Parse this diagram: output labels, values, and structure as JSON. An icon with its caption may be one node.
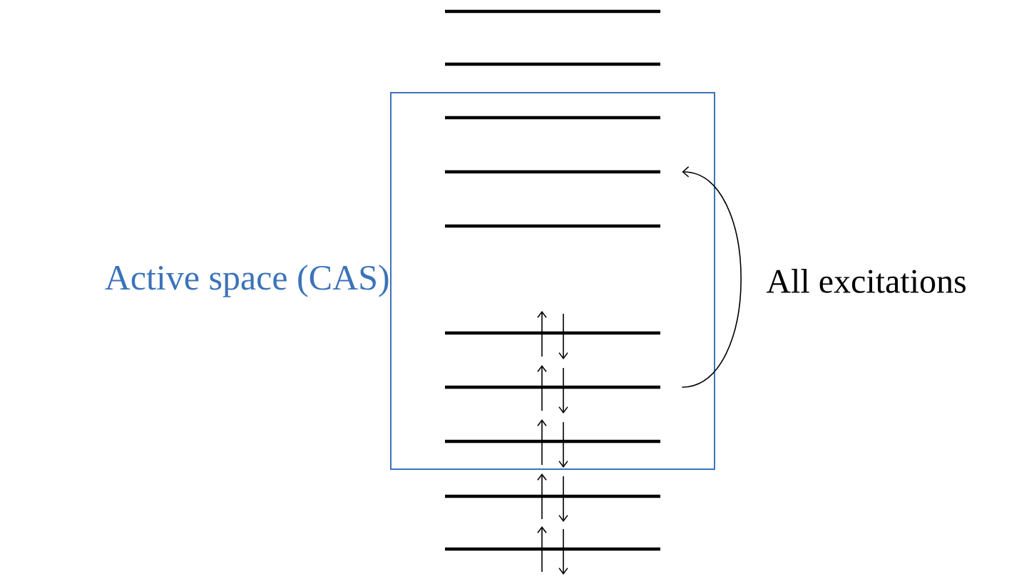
{
  "diagram": {
    "nodes": [
      {
        "text": [],
        "shape": "line"
      },
      {
        "text": [],
        "shape": "line"
      },
      {
        "text": [
          "Active space (CAS)"
        ]
      },
      {
        "text": [],
        "shape": "line",
        "in": 2
      },
      {
        "text": [],
        "shape": "line",
        "in": 2
      },
      {
        "text": [],
        "shape": "line",
        "in": 2
      },
      {
        "text": [],
        "shape": "line",
        "in": 2
      },
      {
        "text": [],
        "shape": "line",
        "in": 2
      },
      {
        "text": [],
        "shape": "line",
        "in": 2
      },
      {
        "text": [],
        "shape": "line"
      },
      {
        "text": [],
        "shape": "line"
      }
    ],
    "edges": [
      {
        "from": 7,
        "to": 4,
        "arrow": "to",
        "label": "All excitations"
      }
    ]
  }
}
